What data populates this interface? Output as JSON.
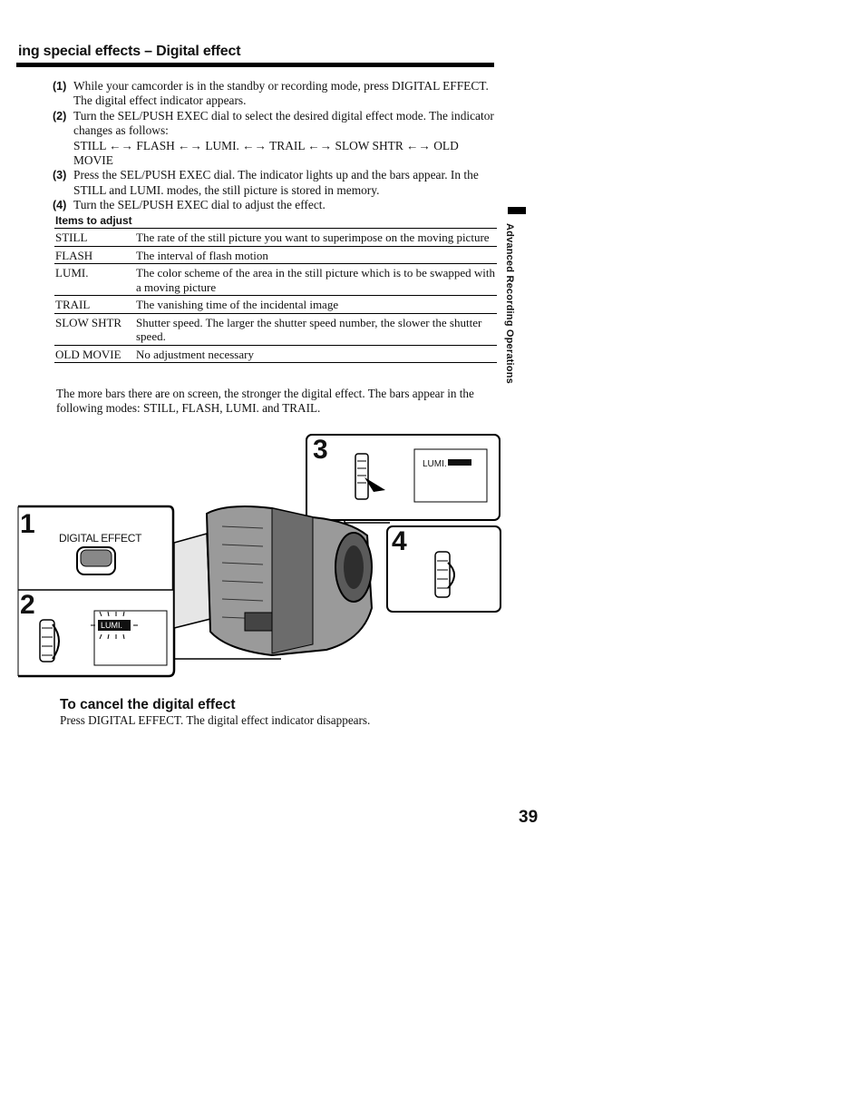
{
  "header": {
    "title": "ing special effects – Digital effect"
  },
  "steps": [
    {
      "num": "(1)",
      "text": "While your camcorder is in the standby or recording mode, press DIGITAL EFFECT. The digital effect indicator appears."
    },
    {
      "num": "(2)",
      "text": "Turn the SEL/PUSH EXEC dial to select the desired digital effect mode. The indicator changes as follows:",
      "sequence": "STILL ←→ FLASH ←→ LUMI. ←→ TRAIL ←→ SLOW SHTR ←→ OLD MOVIE"
    },
    {
      "num": "(3)",
      "text": "Press the SEL/PUSH EXEC dial. The indicator lights up and the bars appear. In the STILL and LUMI. modes, the still picture is stored in memory."
    },
    {
      "num": "(4)",
      "text": "Turn the SEL/PUSH EXEC dial to adjust the effect."
    }
  ],
  "items_table": {
    "heading": "Items to adjust",
    "rows": [
      {
        "item": "STILL",
        "desc": "The rate of the still picture you want to superimpose on the moving picture"
      },
      {
        "item": "FLASH",
        "desc": "The interval of flash motion"
      },
      {
        "item": "LUMI.",
        "desc": "The color scheme of the area in the still picture which is to be swapped with a moving picture"
      },
      {
        "item": "TRAIL",
        "desc": "The vanishing time of the incidental image"
      },
      {
        "item": "SLOW SHTR",
        "desc": "Shutter speed. The larger the shutter speed number, the slower the shutter speed."
      },
      {
        "item": "OLD MOVIE",
        "desc": "No adjustment necessary"
      }
    ]
  },
  "note": "The more bars there are on screen, the stronger the digital effect. The bars appear in the following modes: STILL, FLASH, LUMI. and TRAIL.",
  "side_tab": {
    "label": "Advanced Recording Operations"
  },
  "figure": {
    "panel1": {
      "num": "1",
      "label": "DIGITAL EFFECT"
    },
    "panel2": {
      "num": "2",
      "lcd": "LUMI."
    },
    "panel3": {
      "num": "3",
      "lcd": "LUMI."
    },
    "panel4": {
      "num": "4"
    }
  },
  "cancel": {
    "title": "To cancel the digital effect",
    "body": "Press DIGITAL EFFECT. The digital effect indicator disappears."
  },
  "page_number": "39",
  "colors": {
    "ink": "#111111",
    "paper": "#ffffff"
  }
}
